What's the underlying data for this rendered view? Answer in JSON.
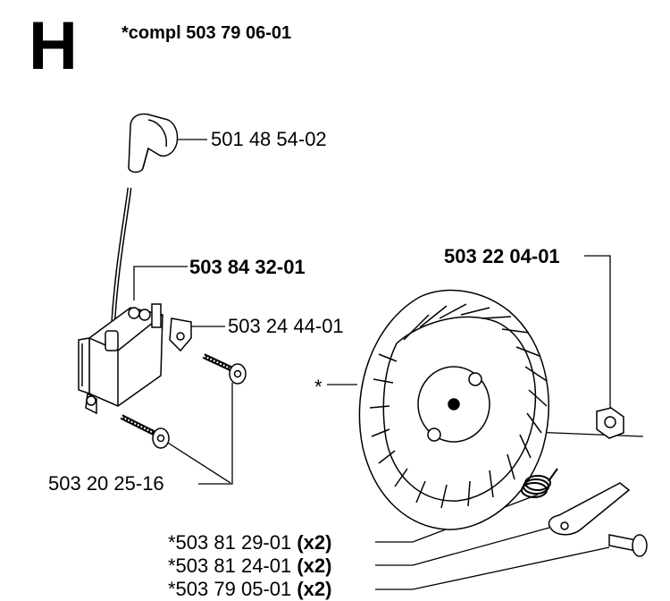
{
  "header": {
    "section_letter": "H",
    "assembly_label": "*compl 503 79 06-01"
  },
  "parts": {
    "spark_plug_cap": "501 48 54-02",
    "ignition_module": "503 84 32-01",
    "terminal": "503 24 44-01",
    "screws": "503 20 25-16",
    "flywheel_nut": "503 22 04-01",
    "flywheel_asterisk": "*",
    "spring": {
      "part": "*503 81 29-01",
      "qty": "(x2)"
    },
    "pawl": {
      "part": "*503 81 24-01",
      "qty": "(x2)"
    },
    "pivot": {
      "part": "*503 79 05-01",
      "qty": "(x2)"
    }
  }
}
